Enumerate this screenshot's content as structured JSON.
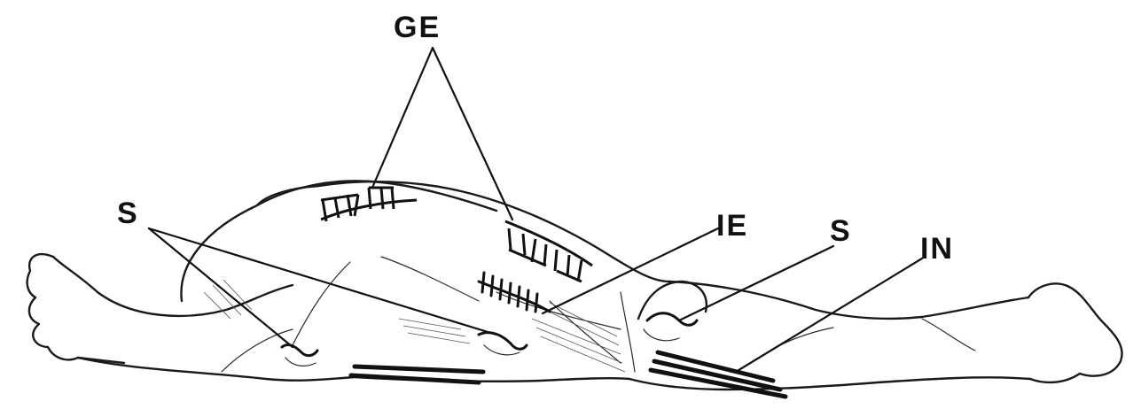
{
  "labels": {
    "ge": "GE",
    "s_left": "S",
    "ie": "IE",
    "s_right": "S",
    "in": "IN"
  },
  "colors": {
    "ink": "#111111",
    "paper": "#ffffff"
  }
}
